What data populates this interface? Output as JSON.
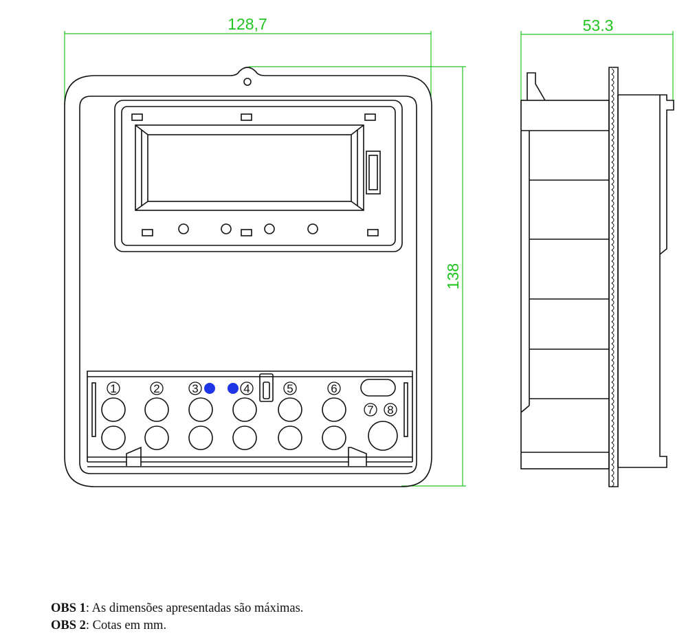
{
  "dimensions": {
    "width": "128,7",
    "height": "138",
    "depth": "53.3"
  },
  "terminals": [
    "1",
    "2",
    "3",
    "4",
    "5",
    "6",
    "7",
    "8"
  ],
  "colors": {
    "dimension": "#21c421",
    "outline": "#111111",
    "marker": "#1e35e6"
  },
  "notes": [
    {
      "label": "OBS 1",
      "text": ": As dimensões apresentadas são máximas."
    },
    {
      "label": "OBS 2",
      "text": ": Cotas em mm."
    }
  ]
}
